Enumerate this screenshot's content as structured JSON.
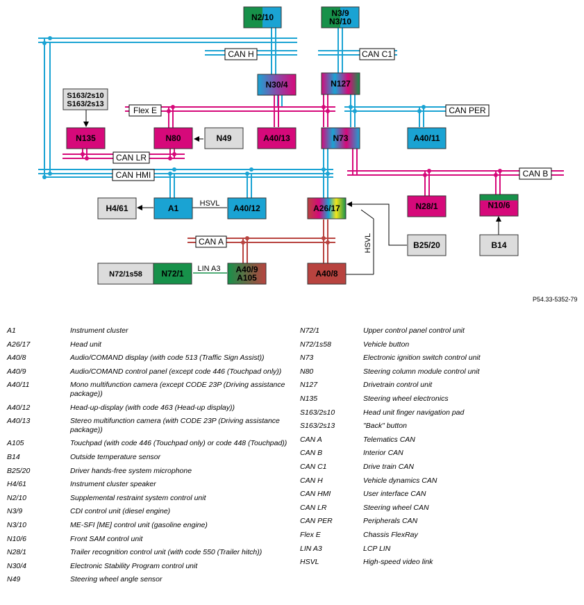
{
  "reference": "P54.33-5352-79",
  "colors": {
    "blue": "#1aa3d3",
    "magenta": "#d6097a",
    "red": "#b8433f",
    "green": "#17914a",
    "gray": "#dcdcdc"
  },
  "nodes": [
    {
      "id": "N2/10",
      "label": "N2/10",
      "fill": "grad-green-blue"
    },
    {
      "id": "N3/9",
      "label": "N3/9\nN3/10",
      "fill": "grad-green-blue"
    },
    {
      "id": "N30/4",
      "label": "N30/4",
      "fill": "grad-blue-mag"
    },
    {
      "id": "N127",
      "label": "N127",
      "fill": "grad-n127"
    },
    {
      "id": "S163",
      "label": "S163/2s10\nS163/2s13",
      "fill": "gray"
    },
    {
      "id": "N135",
      "label": "N135",
      "fill": "magenta"
    },
    {
      "id": "N80",
      "label": "N80",
      "fill": "magenta"
    },
    {
      "id": "N49",
      "label": "N49",
      "fill": "gray"
    },
    {
      "id": "A40/13",
      "label": "A40/13",
      "fill": "magenta"
    },
    {
      "id": "N73",
      "label": "N73",
      "fill": "grad-n73"
    },
    {
      "id": "A40/11",
      "label": "A40/11",
      "fill": "blue"
    },
    {
      "id": "H4/61",
      "label": "H4/61",
      "fill": "gray"
    },
    {
      "id": "A1",
      "label": "A1",
      "fill": "blue"
    },
    {
      "id": "A40/12",
      "label": "A40/12",
      "fill": "blue"
    },
    {
      "id": "A26/17",
      "label": "A26/17",
      "fill": "grad-a26"
    },
    {
      "id": "N28/1",
      "label": "N28/1",
      "fill": "magenta"
    },
    {
      "id": "N10/6",
      "label": "N10/6",
      "fill": "grad-n10"
    },
    {
      "id": "B25/20",
      "label": "B25/20",
      "fill": "gray"
    },
    {
      "id": "B14",
      "label": "B14",
      "fill": "gray"
    },
    {
      "id": "N72/1s58",
      "label": "N72/1s58",
      "fill": "gray"
    },
    {
      "id": "N72/1",
      "label": "N72/1",
      "fill": "green"
    },
    {
      "id": "A40/9",
      "label": "A40/9\nA105",
      "fill": "grad-green-red"
    },
    {
      "id": "A40/8",
      "label": "A40/8",
      "fill": "red"
    }
  ],
  "bus_labels": {
    "can_h": "CAN H",
    "can_c1": "CAN C1",
    "flex_e": "Flex E",
    "can_per": "CAN PER",
    "can_lr": "CAN LR",
    "can_hmi": "CAN HMI",
    "can_b": "CAN B",
    "can_a": "CAN A",
    "hsvl_a1": "HSVL",
    "hsvl_vertical": "HSVL",
    "lin_a3": "LIN A3"
  },
  "legend_left": [
    {
      "code": "A1",
      "desc": "Instrument cluster"
    },
    {
      "code": "A26/17",
      "desc": "Head unit"
    },
    {
      "code": "A40/8",
      "desc": "Audio/COMAND display (with code 513 (Traffic Sign Assist))"
    },
    {
      "code": "A40/9",
      "desc": "Audio/COMAND control panel (except code 446 (Touchpad only))"
    },
    {
      "code": "A40/11",
      "desc": "Mono multifunction camera (except CODE 23P (Driving assistance package))"
    },
    {
      "code": "A40/12",
      "desc": "Head-up-display (with code 463 (Head-up display))"
    },
    {
      "code": "A40/13",
      "desc": "Stereo multifunction camera (with CODE 23P (Driving assistance package))"
    },
    {
      "code": "A105",
      "desc": "Touchpad (with code 446 (Touchpad only) or code 448 (Touchpad))"
    },
    {
      "code": "B14",
      "desc": "Outside temperature sensor"
    },
    {
      "code": "B25/20",
      "desc": "Driver hands-free system microphone"
    },
    {
      "code": "H4/61",
      "desc": "Instrument cluster speaker"
    },
    {
      "code": "N2/10",
      "desc": "Supplemental restraint system control unit"
    },
    {
      "code": "N3/9",
      "desc": "CDI control unit (diesel engine)"
    },
    {
      "code": "N3/10",
      "desc": "ME-SFI [ME] control unit (gasoline engine)"
    },
    {
      "code": "N10/6",
      "desc": "Front SAM control unit"
    },
    {
      "code": "N28/1",
      "desc": "Trailer recognition control unit (with code 550 (Trailer hitch))"
    },
    {
      "code": "N30/4",
      "desc": "Electronic Stability Program control unit"
    },
    {
      "code": "N49",
      "desc": "Steering wheel angle sensor"
    }
  ],
  "legend_right": [
    {
      "code": "N72/1",
      "desc": "Upper control panel control unit"
    },
    {
      "code": "N72/1s58",
      "desc": "Vehicle button"
    },
    {
      "code": "N73",
      "desc": "Electronic ignition switch control unit"
    },
    {
      "code": "N80",
      "desc": "Steering column module control unit"
    },
    {
      "code": "N127",
      "desc": "Drivetrain control unit"
    },
    {
      "code": "N135",
      "desc": "Steering wheel electronics"
    },
    {
      "code": "S163/2s10",
      "desc": "Head unit finger navigation pad"
    },
    {
      "code": "S163/2s13",
      "desc": "\"Back\" button"
    },
    {
      "code": "CAN A",
      "desc": "Telematics CAN"
    },
    {
      "code": "CAN B",
      "desc": "Interior CAN"
    },
    {
      "code": "CAN C1",
      "desc": "Drive train CAN"
    },
    {
      "code": "CAN H",
      "desc": "Vehicle dynamics CAN"
    },
    {
      "code": "CAN HMI",
      "desc": "User interface CAN"
    },
    {
      "code": "CAN LR",
      "desc": "Steering wheel CAN"
    },
    {
      "code": "CAN PER",
      "desc": "Peripherals CAN"
    },
    {
      "code": "Flex E",
      "desc": "Chassis FlexRay"
    },
    {
      "code": "LIN A3",
      "desc": "LCP LIN"
    },
    {
      "code": "HSVL",
      "desc": "High-speed video link"
    }
  ]
}
